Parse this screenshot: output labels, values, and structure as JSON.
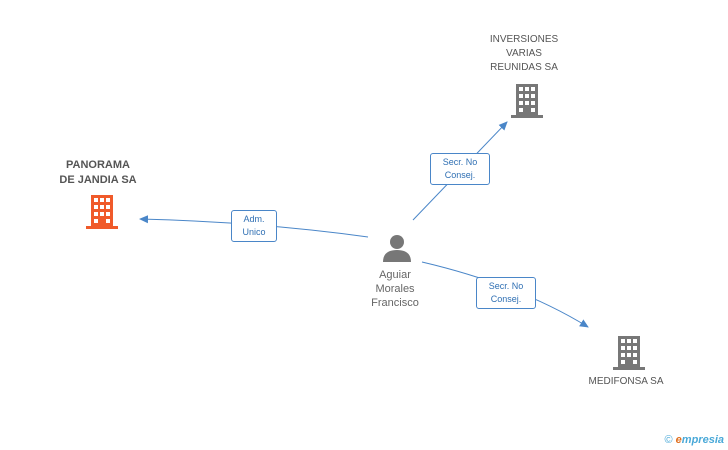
{
  "nodes": {
    "panorama": {
      "lines": [
        "PANORAMA",
        "DE JANDIA SA"
      ],
      "color": "#f05a2a"
    },
    "inversiones": {
      "lines": [
        "INVERSIONES",
        "VARIAS",
        "REUNIDAS SA"
      ],
      "color": "#777777"
    },
    "medifonsa": {
      "lines": [
        "MEDIFONSA SA"
      ],
      "color": "#777777"
    },
    "person": {
      "lines": [
        "Aguiar",
        "Morales",
        "Francisco"
      ],
      "color": "#777777"
    }
  },
  "edges": {
    "adm": {
      "lines": [
        "Adm.",
        "Unico"
      ]
    },
    "secr1": {
      "lines": [
        "Secr.  No",
        "Consej."
      ]
    },
    "secr2": {
      "lines": [
        "Secr.  No",
        "Consej."
      ]
    }
  },
  "footer": {
    "copyright": "©",
    "brand_e": "e",
    "brand_rest": "mpresia"
  },
  "colors": {
    "edge": "#4a86c8",
    "highlight": "#f05a2a",
    "building": "#777777"
  }
}
